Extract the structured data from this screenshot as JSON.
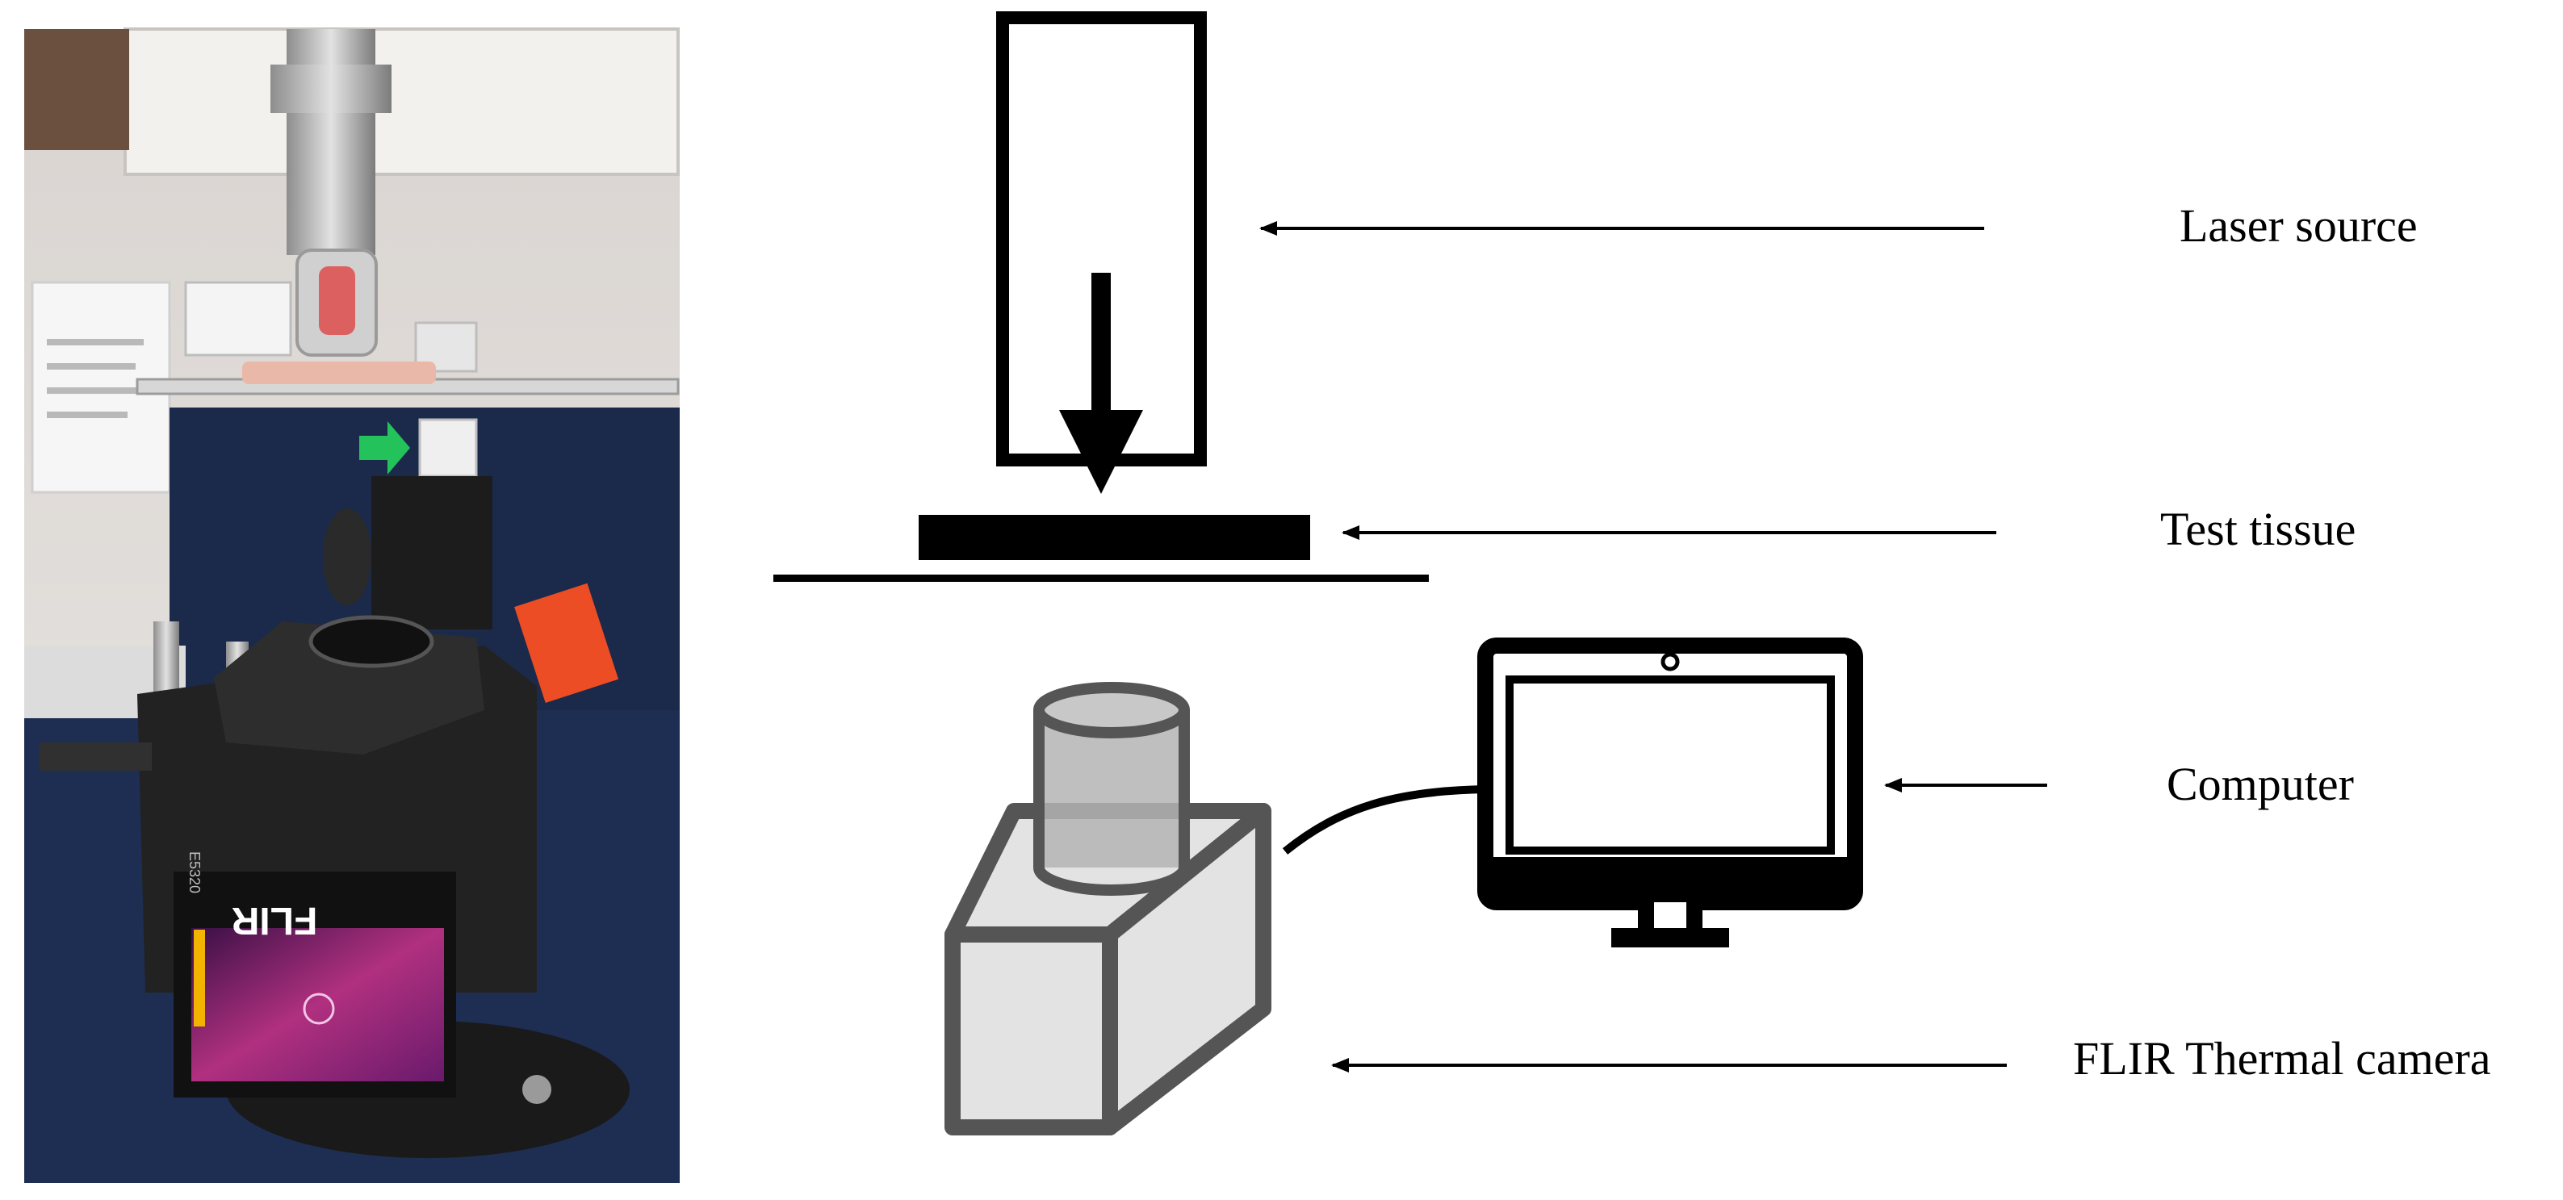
{
  "photo": {
    "brand_text": "FLIR",
    "model_text": "E5320"
  },
  "labels": {
    "laser_source": "Laser source",
    "test_tissue": "Test tissue",
    "computer": "Computer",
    "flir_camera": "FLIR Thermal camera"
  },
  "colors": {
    "outline": "#000000",
    "camera_body_fill": "#e3e3e3",
    "camera_outline": "#555555",
    "lens_fill": "#b4b4b4",
    "photo_table": "#1b2a4a",
    "photo_device": "#222222",
    "thermal_hot": "#b0307f",
    "thermal_cold": "#3a1046",
    "laser_red": "#e23b3b",
    "green_arrow": "#24c25a",
    "orange_block": "#ec4d24"
  }
}
